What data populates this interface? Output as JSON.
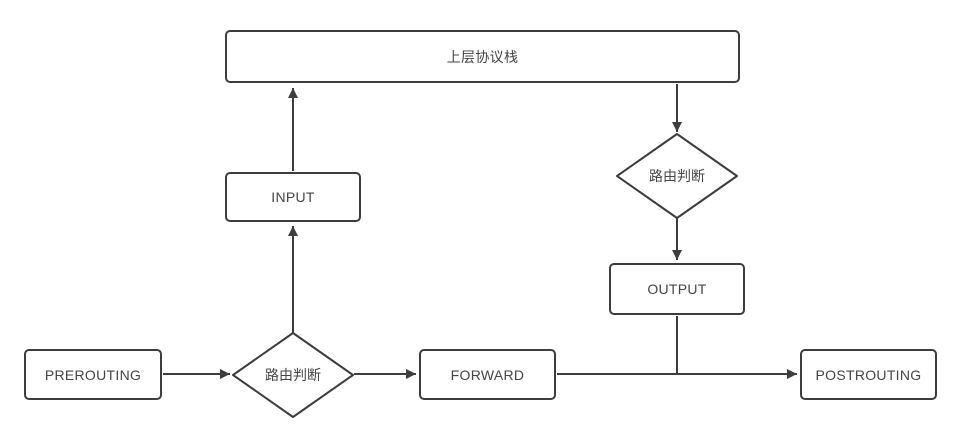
{
  "diagram": {
    "type": "flowchart",
    "topic": "netfilter packet flow",
    "colors": {
      "stroke": "#3d3d3d",
      "text": "#454545",
      "node_fill": "#ffffff",
      "background": "#ffffff"
    },
    "nodes": {
      "upper_stack": {
        "label": "上层协议栈",
        "shape": "rectangle"
      },
      "input": {
        "label": "INPUT",
        "shape": "rectangle"
      },
      "routing_decision_left": {
        "label": "路由判断",
        "shape": "diamond"
      },
      "routing_decision_right": {
        "label": "路由判断",
        "shape": "diamond"
      },
      "prerouting": {
        "label": "PREROUTING",
        "shape": "rectangle"
      },
      "forward": {
        "label": "FORWARD",
        "shape": "rectangle"
      },
      "output": {
        "label": "OUTPUT",
        "shape": "rectangle"
      },
      "postrouting": {
        "label": "POSTROUTING",
        "shape": "rectangle"
      }
    },
    "edges": [
      {
        "from": "prerouting",
        "to": "routing_decision_left",
        "arrow": true
      },
      {
        "from": "routing_decision_left",
        "to": "forward",
        "arrow": true
      },
      {
        "from": "routing_decision_left",
        "to": "input",
        "arrow": true
      },
      {
        "from": "input",
        "to": "upper_stack",
        "arrow": true
      },
      {
        "from": "upper_stack",
        "to": "routing_decision_right",
        "arrow": true
      },
      {
        "from": "routing_decision_right",
        "to": "output",
        "arrow": true
      },
      {
        "from": "output",
        "to": "forward_postrouting_line",
        "arrow": false
      },
      {
        "from": "forward",
        "to": "postrouting",
        "arrow": true
      }
    ]
  }
}
